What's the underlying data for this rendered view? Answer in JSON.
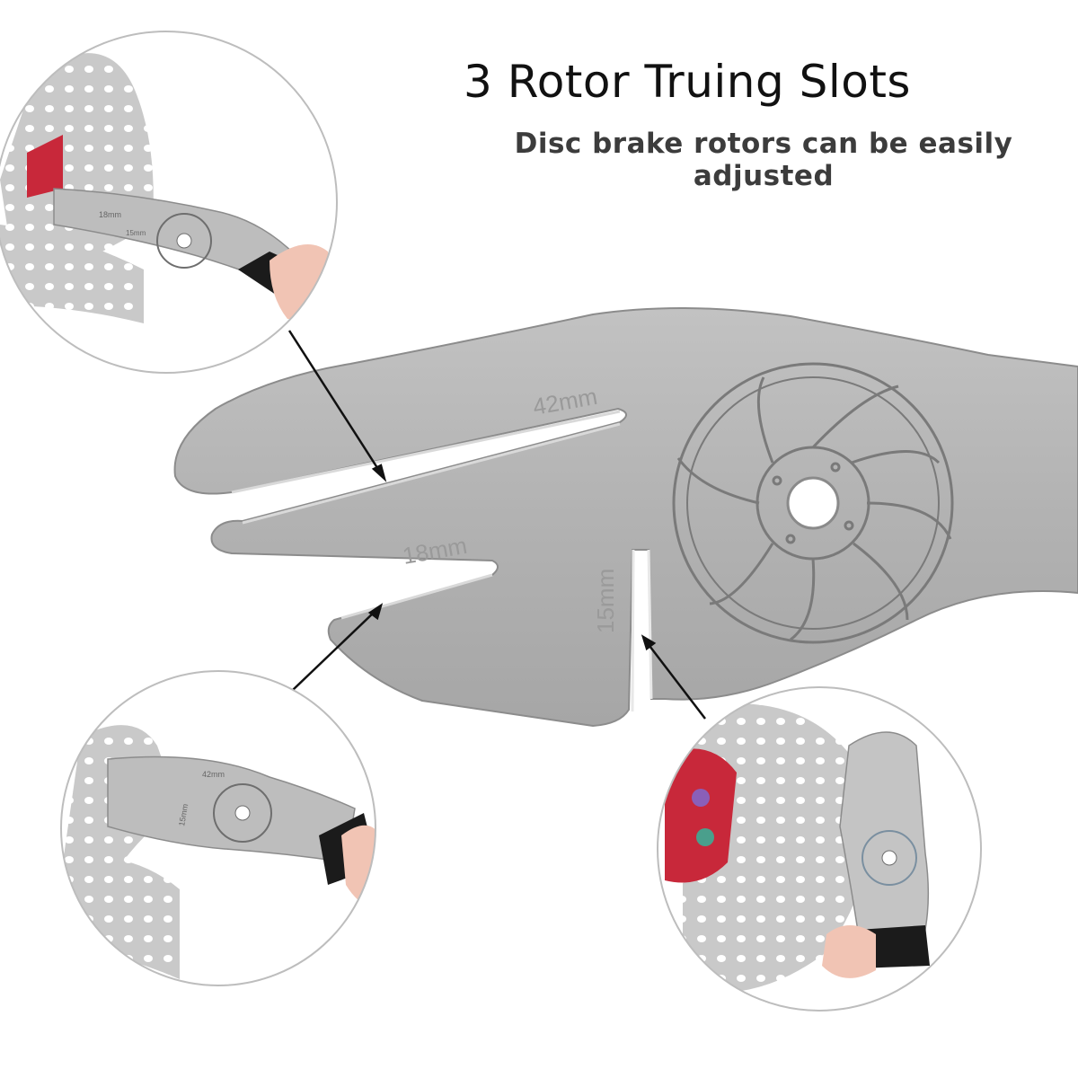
{
  "headline": "3 Rotor Truing Slots",
  "subline": "Disc brake rotors can be easily adjusted",
  "tool": {
    "slot_labels": [
      "42mm",
      "18mm",
      "15mm"
    ]
  },
  "colors": {
    "steel": "#b3b3b3",
    "steel_edge": "#8c8c8c",
    "engraving": "#7a7a7a",
    "rotor_red": "#c8283a",
    "handle_black": "#1b1b1b",
    "skin": "#f1c4b4"
  },
  "icons": [
    "rotor-engraving-icon",
    "arrow-icon"
  ]
}
